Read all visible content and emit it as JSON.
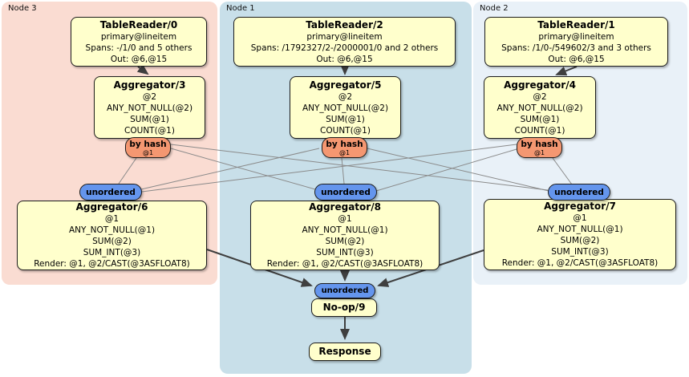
{
  "colors": {
    "node3_bg": "#fadcd2",
    "node1_bg": "#c8dfe9",
    "node2_bg": "#e9f1f8",
    "box_bg": "#ffffcc",
    "router_bg": "#f49771",
    "merger_bg": "#6495ed",
    "edge_thin": "#8a8a8a",
    "edge_thick": "#3f3f3f"
  },
  "nodes": [
    {
      "label": "Node 3",
      "tr": {
        "title": "TableReader/0",
        "lines": [
          "primary@lineitem",
          "Spans: -/1/0 and 5 others",
          "Out: @6,@15"
        ]
      },
      "agg_top": {
        "title": "Aggregator/3",
        "lines": [
          "@2",
          "ANY_NOT_NULL(@2)",
          "SUM(@1)",
          "COUNT(@1)"
        ]
      },
      "router": {
        "label": "by hash",
        "stream": "@1"
      },
      "merger": {
        "label": "unordered"
      },
      "agg_bottom": {
        "title": "Aggregator/6",
        "lines": [
          "@1",
          "ANY_NOT_NULL(@1)",
          "SUM(@2)",
          "SUM_INT(@3)",
          "Render: @1, @2/CAST(@3ASFLOAT8)"
        ]
      }
    },
    {
      "label": "Node 1",
      "tr": {
        "title": "TableReader/2",
        "lines": [
          "primary@lineitem",
          "Spans: /1792327/2-/2000001/0 and 2 others",
          "Out: @6,@15"
        ]
      },
      "agg_top": {
        "title": "Aggregator/5",
        "lines": [
          "@2",
          "ANY_NOT_NULL(@2)",
          "SUM(@1)",
          "COUNT(@1)"
        ]
      },
      "router": {
        "label": "by hash",
        "stream": "@1"
      },
      "merger": {
        "label": "unordered"
      },
      "agg_bottom": {
        "title": "Aggregator/8",
        "lines": [
          "@1",
          "ANY_NOT_NULL(@1)",
          "SUM(@2)",
          "SUM_INT(@3)",
          "Render: @1, @2/CAST(@3ASFLOAT8)"
        ]
      }
    },
    {
      "label": "Node 2",
      "tr": {
        "title": "TableReader/1",
        "lines": [
          "primary@lineitem",
          "Spans: /1/0-/549602/3 and 3 others",
          "Out: @6,@15"
        ]
      },
      "agg_top": {
        "title": "Aggregator/4",
        "lines": [
          "@2",
          "ANY_NOT_NULL(@2)",
          "SUM(@1)",
          "COUNT(@1)"
        ]
      },
      "router": {
        "label": "by hash",
        "stream": "@1"
      },
      "merger": {
        "label": "unordered"
      },
      "agg_bottom": {
        "title": "Aggregator/7",
        "lines": [
          "@1",
          "ANY_NOT_NULL(@1)",
          "SUM(@2)",
          "SUM_INT(@3)",
          "Render: @1, @2/CAST(@3ASFLOAT8)"
        ]
      }
    }
  ],
  "final": {
    "merger_label": "unordered",
    "noop_title": "No-op/9",
    "response_title": "Response"
  }
}
